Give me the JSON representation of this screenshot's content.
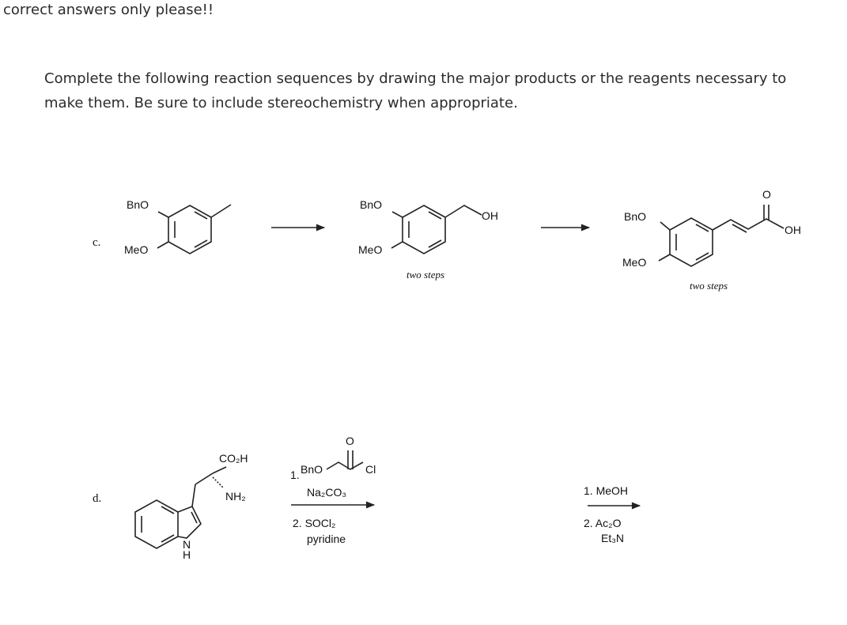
{
  "request_note": "correct answers only please!!",
  "instructions": "Complete the following reaction sequences by drawing the major products or the reagents necessary to make them. Be sure to include stereochemistry when appropriate.",
  "part_c": {
    "label": "c.",
    "sm": {
      "bno": "BnO",
      "meo": "MeO"
    },
    "intermediate": {
      "bno": "BnO",
      "meo": "MeO",
      "oh": "OH"
    },
    "step1_note": "two steps",
    "product": {
      "bno": "BnO",
      "meo": "MeO",
      "oh": "OH",
      "o": "O"
    },
    "step2_note": "two steps"
  },
  "part_d": {
    "label": "d.",
    "sm": {
      "co2h": "CO₂H",
      "nh2": "NH₂",
      "n": "N",
      "h": "H"
    },
    "reagents1": {
      "n1": "1.",
      "bno": "BnO",
      "cl": "Cl",
      "o": "O",
      "na2co3": "Na₂CO₃",
      "step2": "2. SOCl₂",
      "pyridine": "pyridine"
    },
    "reagents2": {
      "step1": "1. MeOH",
      "step2": "2. Ac₂O",
      "base": "Et₃N"
    }
  }
}
